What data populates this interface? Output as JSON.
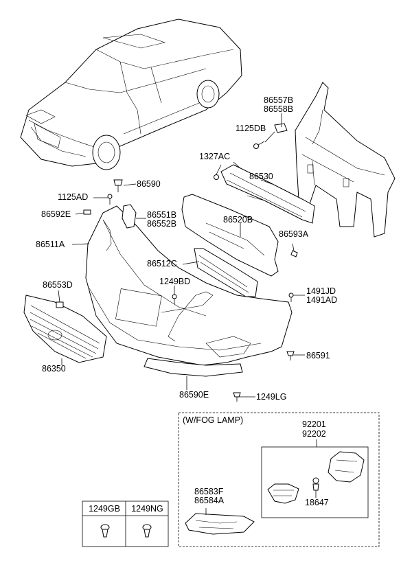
{
  "labels": {
    "p86557B": "86557B",
    "p86558B": "86558B",
    "p1125DB": "1125DB",
    "p1327AC": "1327AC",
    "p86530": "86530",
    "p86590": "86590",
    "p1125AD": "1125AD",
    "p86551B": "86551B",
    "p86552B": "86552B",
    "p86592E": "86592E",
    "p86520B": "86520B",
    "p86511A": "86511A",
    "p86593A": "86593A",
    "p86512C": "86512C",
    "p86553D": "86553D",
    "p1249BD": "1249BD",
    "p1491JD": "1491JD",
    "p1491AD": "1491AD",
    "p86591": "86591",
    "p86350": "86350",
    "p86590E": "86590E",
    "p1249LG": "1249LG",
    "p92201": "92201",
    "p92202": "92202",
    "p18647": "18647",
    "p86583F": "86583F",
    "p86584A": "86584A"
  },
  "fog_box": {
    "title": "(W/FOG LAMP)"
  },
  "screw_table": {
    "col1": "1249GB",
    "col2": "1249NG"
  }
}
